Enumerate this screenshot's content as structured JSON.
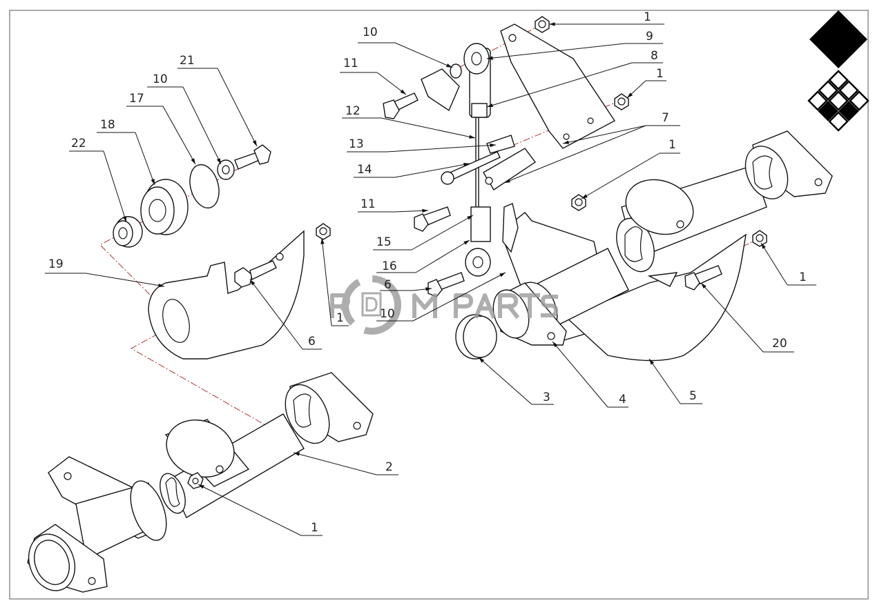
{
  "diagram": {
    "title": "Exploded parts view",
    "watermark": "RDM PARTS",
    "logo": "diamond-grid-logo",
    "callouts": [
      "1",
      "10",
      "9",
      "8",
      "1",
      "11",
      "12",
      "7",
      "13",
      "1",
      "14",
      "21",
      "10",
      "17",
      "18",
      "22",
      "11",
      "15",
      "16",
      "19",
      "6",
      "10",
      "1",
      "6",
      "1",
      "20",
      "3",
      "4",
      "5",
      "2",
      "1"
    ]
  }
}
